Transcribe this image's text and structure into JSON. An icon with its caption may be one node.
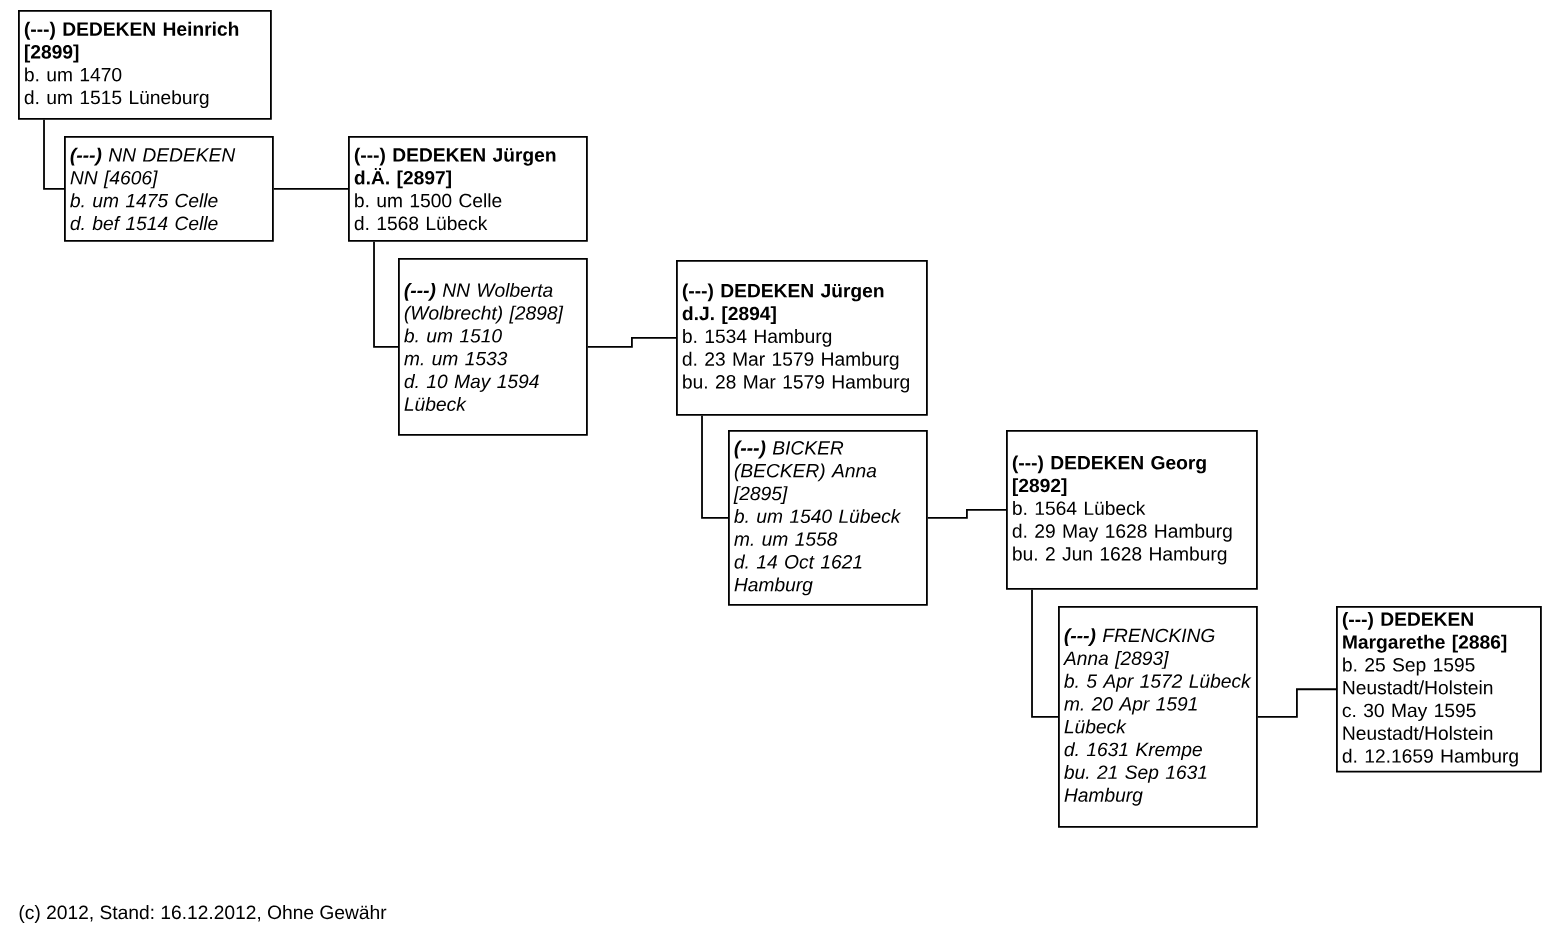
{
  "diagram": {
    "nodes": [
      {
        "text": [
          "(---) DEDEKEN Heinrich [2899]",
          "b. um 1470",
          "d. um 1515 Lüneburg"
        ]
      },
      {
        "text": [
          "**(---)** NN DEDEKEN NN [4606]",
          "b. um 1475 Celle",
          "d. bef 1514 Celle"
        ]
      },
      {
        "text": [
          "(---) DEDEKEN Jürgen d.Ä. [2897]",
          "b. um 1500 Celle",
          "d. 1568 Lübeck"
        ]
      },
      {
        "text": [
          "**(---)** NN Wolberta (Wolbrecht) [2898]",
          "b. um 1510",
          "m. um 1533",
          "d. 10 May 1594 Lübeck"
        ]
      },
      {
        "text": [
          "(---) DEDEKEN Jürgen d.J. [2894]",
          "b. 1534 Hamburg",
          "d. 23 Mar 1579 Hamburg",
          "bu. 28 Mar 1579 Hamburg"
        ]
      },
      {
        "text": [
          "**(---)** BICKER (BECKER) Anna [2895]",
          "b. um 1540 Lübeck",
          "m. um 1558",
          "d. 14 Oct 1621 Hamburg"
        ]
      },
      {
        "text": [
          "(---) DEDEKEN Georg [2892]",
          "b. 1564 Lübeck",
          "d. 29 May 1628 Hamburg",
          "bu. 2 Jun 1628 Hamburg"
        ]
      },
      {
        "text": [
          "**(---)** FRENCKING Anna [2893]",
          "b. 5 Apr 1572 Lübeck",
          "m. 20 Apr 1591 Lübeck",
          "d. 1631 Krempe",
          "bu. 21 Sep 1631 Hamburg"
        ]
      },
      {
        "text": [
          "(---) DEDEKEN Margarethe [2886]",
          "b. 25 Sep 1595 Neustadt/Holstein",
          "c. 30 May 1595 Neustadt/Holstein",
          "d. 12.1659 Hamburg"
        ]
      }
    ],
    "edges": [
      {
        "from": 0,
        "to": 1,
        "arrow": "none"
      },
      {
        "from": 1,
        "to": 2,
        "arrow": "none"
      },
      {
        "from": 2,
        "to": 3,
        "arrow": "none"
      },
      {
        "from": 3,
        "to": 4,
        "arrow": "none"
      },
      {
        "from": 4,
        "to": 5,
        "arrow": "none"
      },
      {
        "from": 5,
        "to": 6,
        "arrow": "none"
      },
      {
        "from": 6,
        "to": 7,
        "arrow": "none"
      },
      {
        "from": 7,
        "to": 8,
        "arrow": "none"
      }
    ],
    "labels": [
      "(c) 2012, Stand: 16.12.2012, Ohne Gewähr"
    ]
  }
}
